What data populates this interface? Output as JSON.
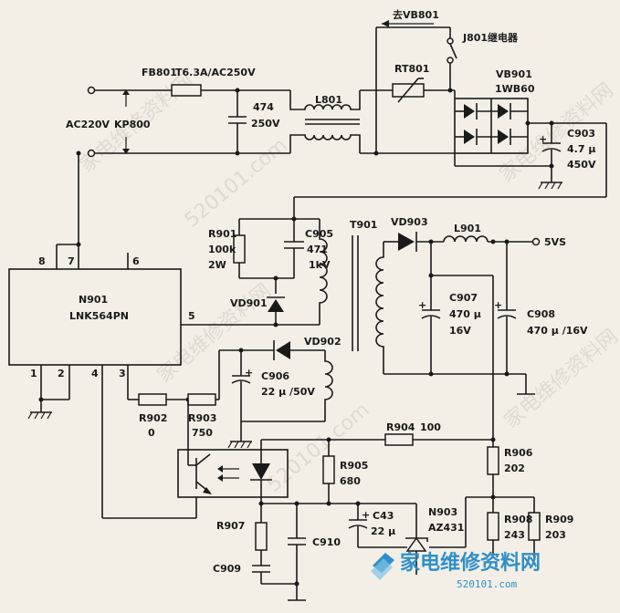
{
  "labels": {
    "to_vb801": "去VB801",
    "j801": "J801继电器",
    "fb801": "FB801",
    "fuse": "T6.3A/AC250V",
    "ac220v": "AC220V",
    "kp800": "KP800",
    "c474": "474",
    "c474v": "250V",
    "l801": "L801",
    "rt801": "RT801",
    "vb901": "VB901",
    "vb901v": "1WB60",
    "c903": "C903",
    "c903v": "4.7 μ",
    "c903vv": "450V",
    "r901": "R901",
    "r901v": "100k",
    "r901w": "2W",
    "c905": "C905",
    "c905v": "471",
    "c905vv": "1kV",
    "t901": "T901",
    "vd903": "VD903",
    "l901": "L901",
    "out5vs": "5VS",
    "n901": "N901",
    "ic": "LNK564PN",
    "p8": "8",
    "p7": "7",
    "p6": "6",
    "p5": "5",
    "p1": "1",
    "p2": "2",
    "p4": "4",
    "p3": "3",
    "vd901": "VD901",
    "c907": "C907",
    "c907v": "470 μ",
    "c907vv": "16V",
    "c908": "C908",
    "c908v": "470 μ /16V",
    "vd902": "VD902",
    "c906": "C906",
    "c906v": "22 μ /50V",
    "r902": "R902",
    "r902v": "0",
    "r903": "R903",
    "r903v": "750",
    "r904": "R904",
    "r904v": "100",
    "r905": "R905",
    "r905v": "680",
    "r906": "R906",
    "r906v": "202",
    "r907": "R907",
    "c910": "C910",
    "c43": "C43",
    "c43v": "22 μ",
    "n903": "N903",
    "n903v": "AZ431",
    "r908": "R908",
    "r908v": "243",
    "r909": "R909",
    "r909v": "203",
    "c909": "C909"
  },
  "watermark": {
    "logo": "家电维修资料网",
    "url": "520101.com",
    "bg_text": "家电维修资料网",
    "bg_url": "520101.com"
  },
  "colors": {
    "ink": "#1a1a1a",
    "paper": "#f3efe6",
    "logo": "#2f8fc8"
  }
}
